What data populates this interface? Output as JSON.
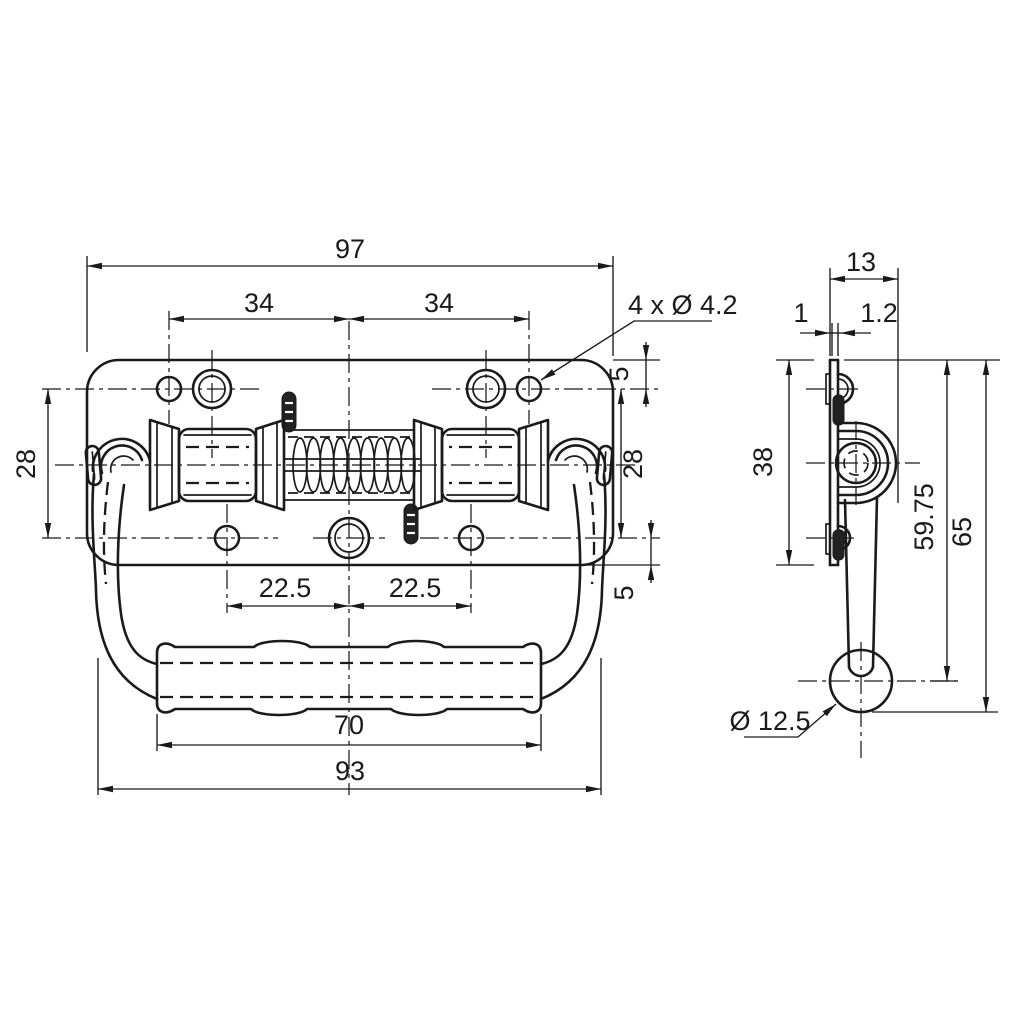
{
  "front_view": {
    "dimensions": {
      "overall_width": "97",
      "hole_pitch_left": "34",
      "hole_pitch_right": "34",
      "hole_callout": "4 x Ø 4.2",
      "edge_to_holes_top": "5",
      "row_spacing_left": "28",
      "row_spacing_right": "28",
      "edge_to_holes_bottom": "5",
      "lower_pitch_left": "22.5",
      "lower_pitch_right": "22.5",
      "grip_length": "70",
      "handle_width": "93"
    }
  },
  "side_view": {
    "dimensions": {
      "depth": "13",
      "emboss_offset": "1",
      "sheet_thickness": "1.2",
      "plate_height": "38",
      "drop_to_grip_center": "59.75",
      "overall_height": "65",
      "grip_diameter": "Ø 12.5"
    }
  },
  "colors": {
    "line": "#1a1a1a",
    "background": "#ffffff"
  }
}
